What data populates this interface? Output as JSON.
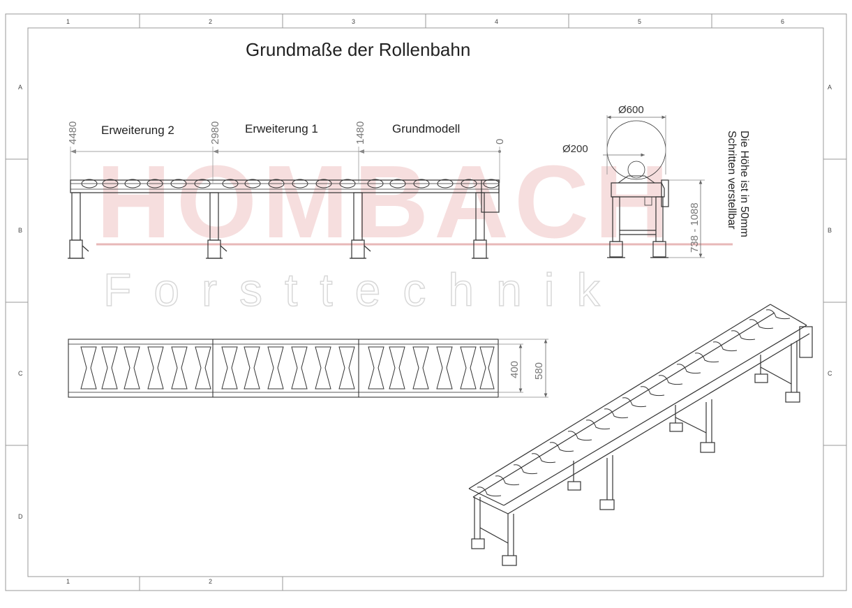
{
  "title": "Grundmaße der Rollenbahn",
  "watermark": {
    "brand": "HOMBACH",
    "sub": "Forsttechnik",
    "color": "#e8b8b8"
  },
  "zones": {
    "top_columns": [
      "1",
      "2",
      "3",
      "4",
      "5",
      "6"
    ],
    "bottom_columns": [
      "1",
      "2"
    ],
    "rows": [
      "A",
      "B",
      "C",
      "D"
    ]
  },
  "side_view": {
    "sections": [
      "Erweiterung 2",
      "Erweiterung 1",
      "Grundmodell"
    ],
    "dimensions": [
      "4480",
      "2980",
      "1480",
      "0"
    ]
  },
  "end_view": {
    "diameter_large": "Ø600",
    "diameter_small": "Ø200",
    "height_range": "738 - 1088",
    "note_line1": "Die Höhe ist in 50mm",
    "note_line2": "Schritten verstellbar"
  },
  "top_view": {
    "inner_width": "400",
    "outer_width": "580"
  },
  "colors": {
    "line": "#333333",
    "frame": "#555555",
    "dim": "#666666"
  }
}
